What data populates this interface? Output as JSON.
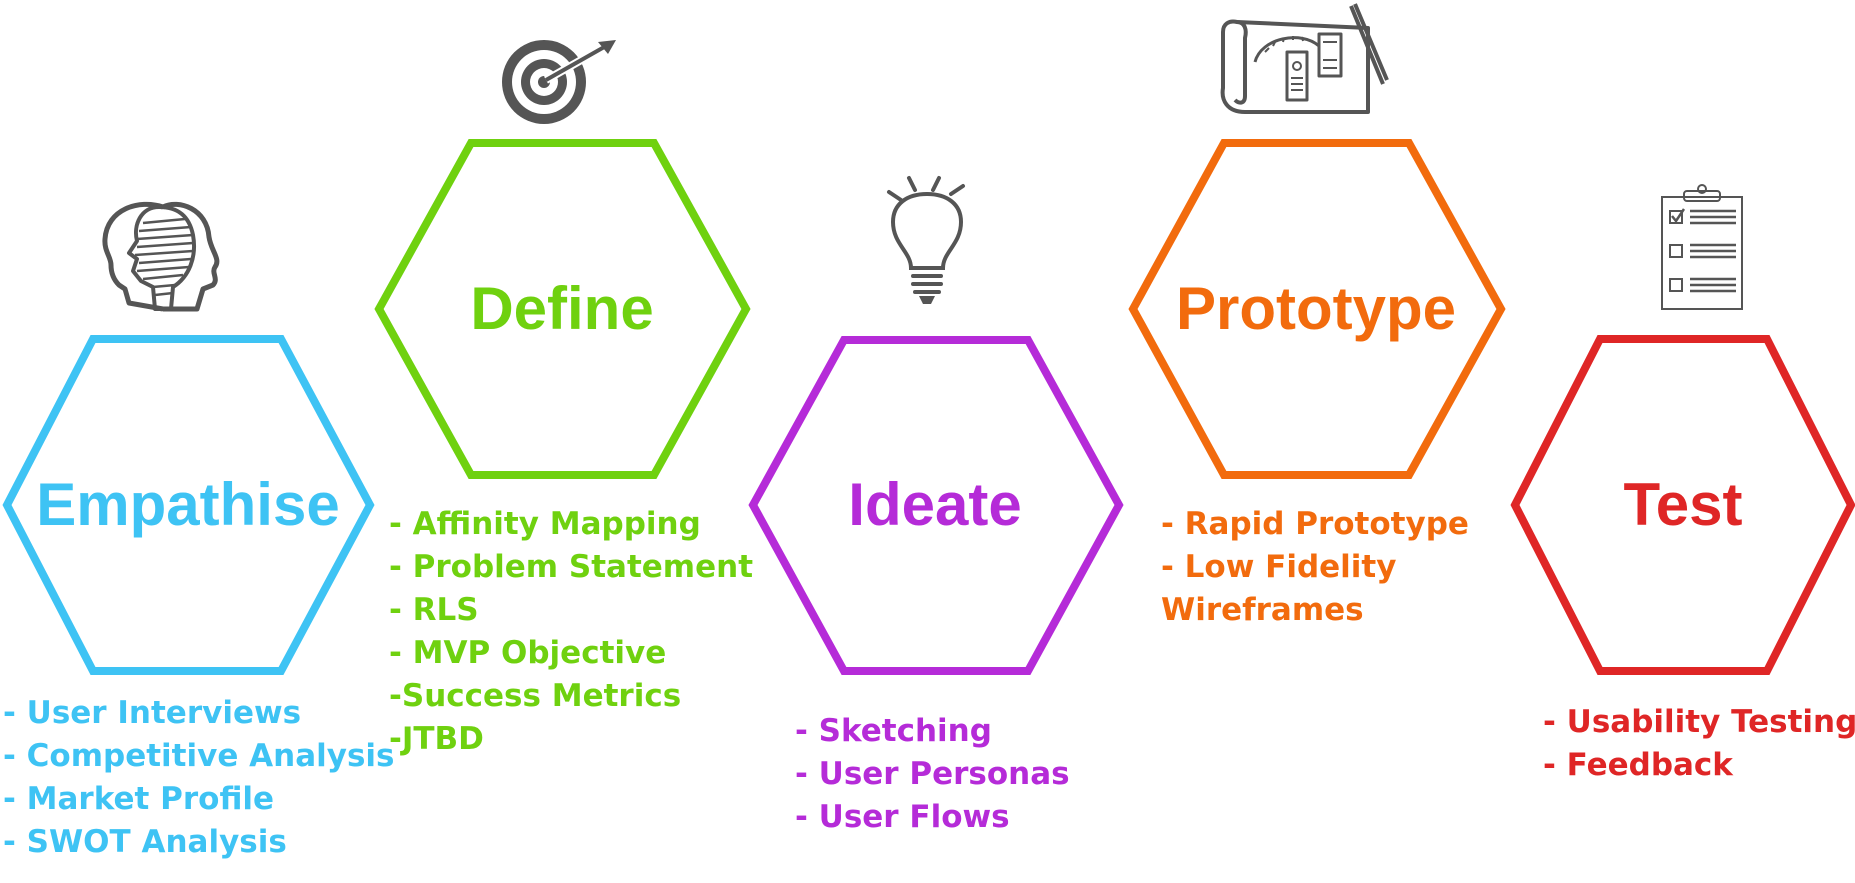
{
  "colors": {
    "empathise": "#3ec3f4",
    "define": "#6fd10f",
    "ideate": "#b52bd8",
    "prototype": "#f26b0d",
    "test": "#df2626",
    "icon": "#555555"
  },
  "stages": [
    {
      "title": "Empathise",
      "icon": "head-profile-icon",
      "items": [
        "- User Interviews",
        "- Competitive Analysis",
        "- Market Profile",
        "- SWOT Analysis"
      ]
    },
    {
      "title": "Define",
      "icon": "target-icon",
      "items": [
        "- Affinity Mapping",
        "- Problem Statement",
        "- RLS",
        "- MVP Objective",
        "-Success Metrics",
        "-JTBD"
      ]
    },
    {
      "title": "Ideate",
      "icon": "lightbulb-icon",
      "items": [
        "- Sketching",
        "- User Personas",
        "- User Flows"
      ]
    },
    {
      "title": "Prototype",
      "icon": "blueprint-icon",
      "items": [
        "- Rapid Prototype",
        "- Low Fidelity",
        "Wireframes"
      ]
    },
    {
      "title": "Test",
      "icon": "checklist-icon",
      "items": [
        "- Usability Testing",
        "- Feedback"
      ]
    }
  ]
}
